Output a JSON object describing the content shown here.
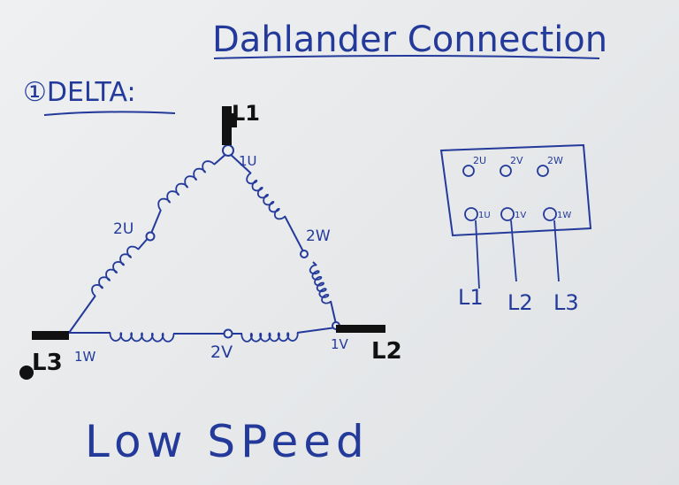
{
  "title": "Dahlander Connection",
  "section_label": "①DELTA:",
  "footer_label": "Low SPeed",
  "colors": {
    "ink": "#233a9a",
    "marker": "#111111",
    "paper": "#eceef0"
  },
  "triangle": {
    "corner_top_line": "L1",
    "corner_right_line": "L2",
    "corner_left_line": "L3",
    "terminal_top": "1U",
    "terminal_right": "1V",
    "terminal_left": "1W",
    "mid_left": "2U",
    "mid_right": "2W",
    "mid_bottom": "2V"
  },
  "terminal_box": {
    "top_row": [
      "2U",
      "2V",
      "2W"
    ],
    "bottom_row": [
      "1U",
      "1V",
      "1W"
    ],
    "line_labels": [
      "L1",
      "L2",
      "L3"
    ]
  }
}
